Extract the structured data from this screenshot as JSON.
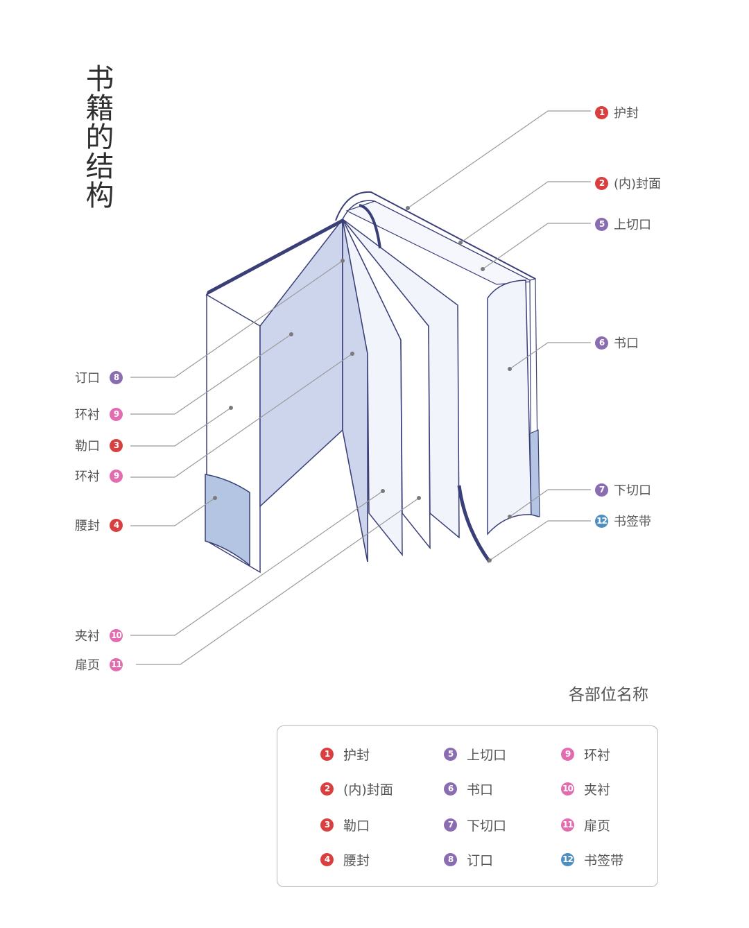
{
  "title": "书籍的结构",
  "colors": {
    "red": "#d93f3f",
    "purple": "#8a6cb0",
    "pink": "#e36bb0",
    "blue": "#4e8fc0",
    "cover_fill": "#cdd5ec",
    "cover_edge": "#3a3f78",
    "band_fill": "#b3c5e3"
  },
  "parts": [
    {
      "no": "1",
      "name": "护封",
      "color": "red"
    },
    {
      "no": "2",
      "name": "(内)封面",
      "color": "red"
    },
    {
      "no": "3",
      "name": "勒口",
      "color": "red"
    },
    {
      "no": "4",
      "name": "腰封",
      "color": "red"
    },
    {
      "no": "5",
      "name": "上切口",
      "color": "purple"
    },
    {
      "no": "6",
      "name": "书口",
      "color": "purple"
    },
    {
      "no": "7",
      "name": "下切口",
      "color": "purple"
    },
    {
      "no": "8",
      "name": "订口",
      "color": "purple"
    },
    {
      "no": "9",
      "name": "环衬",
      "color": "pink"
    },
    {
      "no": "10",
      "name": "夹衬",
      "color": "pink"
    },
    {
      "no": "11",
      "name": "扉页",
      "color": "pink"
    },
    {
      "no": "12",
      "name": "书签带",
      "color": "blue"
    }
  ],
  "legend": {
    "heading": "各部位名称"
  }
}
